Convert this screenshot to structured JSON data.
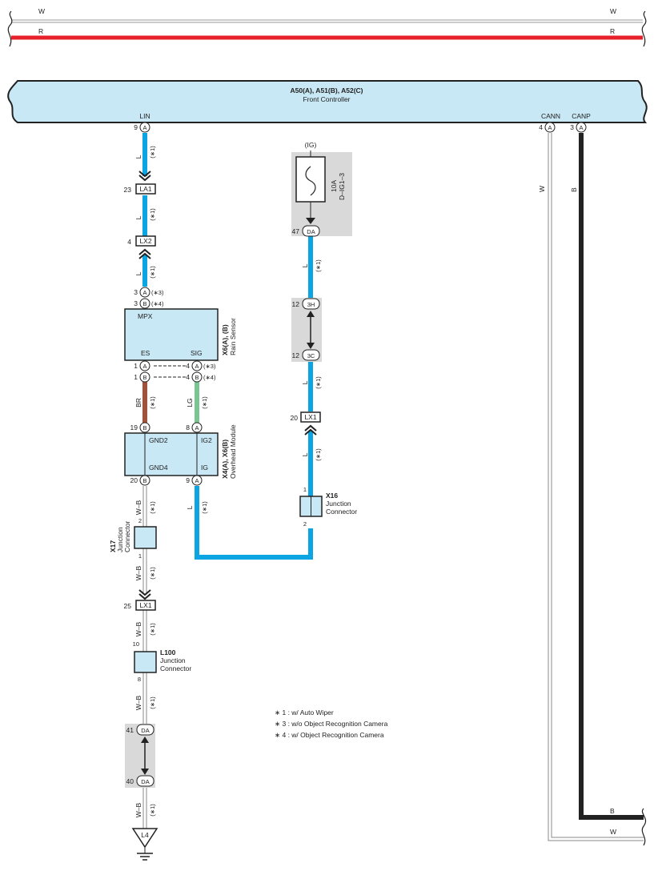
{
  "top_wires": {
    "w_label": "W",
    "r_label": "R"
  },
  "front_controller": {
    "code": "A50(A), A51(B), A52(C)",
    "name": "Front Controller",
    "lin": "LIN",
    "cann": "CANN",
    "canp": "CANP",
    "lin_pin": "9",
    "cann_pin": "4",
    "canp_pin": "3",
    "pin_letter": "A"
  },
  "wire_colors": {
    "L": "L",
    "W": "W",
    "B": "B",
    "BR": "BR",
    "LG": "LG",
    "WB": "W–B"
  },
  "note_ref": "(∗1)",
  "connectors": {
    "la1": {
      "pin": "23",
      "name": "LA1"
    },
    "lx2": {
      "pin": "4",
      "name": "LX2"
    },
    "lx1_a": {
      "pin": "20",
      "name": "LX1"
    },
    "lx1_b": {
      "pin": "25",
      "name": "LX1"
    },
    "da47": {
      "pin": "47",
      "name": "DA"
    },
    "h3": {
      "pin": "12",
      "name": "3H"
    },
    "c3": {
      "pin": "12",
      "name": "3C"
    },
    "da41": {
      "pin": "41",
      "name": "DA"
    },
    "da40": {
      "pin": "40",
      "name": "DA"
    },
    "l4": {
      "name": "L4"
    }
  },
  "rain_sensor": {
    "code": "X6(A), (B)",
    "name": "Rain Sensor",
    "mpx": "MPX",
    "es": "ES",
    "sig": "SIG",
    "top_a_pin": "3",
    "top_b_pin": "3",
    "bot_a_pin": "1",
    "bot_b_pin": "1",
    "r_a_pin": "4",
    "r_b_pin": "4",
    "ref3": "(∗3)",
    "ref4": "(∗4)"
  },
  "overhead": {
    "code": "X4(A), X6(B)",
    "name": "Overhead Module",
    "gnd2": "GND2",
    "gnd4": "GND4",
    "ig2": "IG2",
    "ig": "IG",
    "pin19": "19",
    "pin8": "8",
    "pin20": "20",
    "pin9": "9"
  },
  "fuse": {
    "ig": "(IG)",
    "amp": "10A",
    "loc": "D–IG1–3"
  },
  "x16": {
    "code": "X16",
    "name1": "Junction",
    "name2": "Connector",
    "p1": "1",
    "p2": "2"
  },
  "x17": {
    "code": "X17",
    "name1": "Junction",
    "name2": "Connector",
    "p2": "2",
    "p1": "1"
  },
  "l100": {
    "code": "L100",
    "name1": "Junction",
    "name2": "Connector",
    "p10": "10",
    "p8": "8"
  },
  "pin_letters": {
    "a": "A",
    "b": "B"
  },
  "notes": [
    "∗ 1 : w/ Auto Wiper",
    "∗ 3 : w/o Object Recognition Camera",
    "∗ 4 : w/ Object Recognition Camera"
  ],
  "colors": {
    "blue": "#0aa5e2",
    "red": "#e8202a",
    "brown": "#a0523a",
    "green": "#7ac692",
    "panel": "#c9e8f5",
    "shade": "#d9d9d9"
  }
}
